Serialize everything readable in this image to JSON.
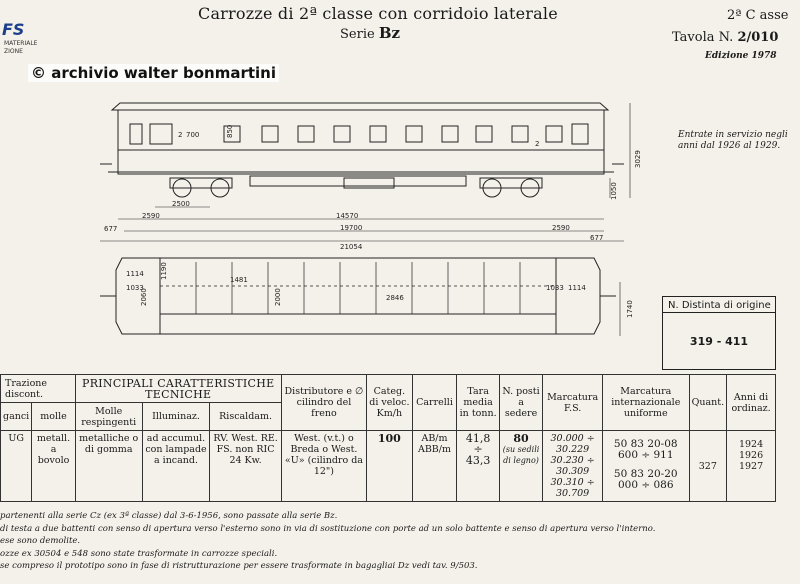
{
  "header": {
    "title": "Carrozze di 2ª classe con corridoio laterale",
    "serie_prefix": "Serie",
    "serie_code": "Bz",
    "classe": "2ª C asse",
    "tavola_prefix": "Tavola N.",
    "tavola_number": "2/010",
    "edizione": "Edizione 1978"
  },
  "logo": {
    "mark": "FS",
    "line1": "MATERIALE",
    "line2": "ZIONE"
  },
  "watermark": "© archivio walter bonmartini",
  "side_view": {
    "label_class": "2",
    "dims": {
      "d700": "700",
      "d850": "850",
      "d2500": "2500",
      "d2590_left": "2590",
      "d14570": "14570",
      "d2590_right": "2590",
      "d19700": "19700",
      "d677_left": "677",
      "d677_right": "677",
      "d21054": "21054",
      "d3029": "3029",
      "d1050": "1050"
    },
    "interior_label_right": "2"
  },
  "plan_view": {
    "dims": {
      "d1114_left": "1114",
      "d1033_left": "1033",
      "d2060": "2060",
      "d1190": "1190",
      "d1481": "1481",
      "d2846": "2846",
      "d2000": "2000",
      "d1033_right": "1033",
      "d1114_right": "1114",
      "d1740": "1740"
    }
  },
  "entrate": "Entrate in servizio negli anni dal 1926 al 1929.",
  "distinta": {
    "header": "N. Distinta di origine",
    "value": "319 - 411"
  },
  "tech": {
    "title": "PRINCIPALI CARATTERISTICHE TECNICHE",
    "headers": {
      "trazione": "Trazione",
      "discont": "discont.",
      "ganci": "ganci",
      "molle": "molle",
      "molle_resp": "Molle respingenti",
      "illuminaz": "Illuminaz.",
      "riscaldam": "Riscaldam.",
      "distributore": "Distributore e ∅ cilindro del freno",
      "categ": "Categ. di veloc. Km/h",
      "carrelli": "Carrelli",
      "tara": "Tara media in tonn.",
      "posti": "N. posti a sedere",
      "marcatura_fs": "Marcatura F.S.",
      "marcatura_int": "Marcatura internazionale uniforme",
      "quant": "Quant.",
      "anni": "Anni di ordinaz."
    },
    "row": {
      "ganci": "UG",
      "molle": "metall. a bovolo",
      "molle_resp": "metalliche o di gomma",
      "illuminaz": "ad accumul. con lampade a incand.",
      "riscaldam": "RV. West. RE. FS. non RIC 24 Kw.",
      "distributore": "West. (v.t.) o Breda o West. «U» (cilindro da 12\")",
      "categ": "100",
      "carrelli": "AB/m ABB/m",
      "tara_1": "41,8",
      "tara_sep": "÷",
      "tara_2": "43,3",
      "posti": "80",
      "posti_note": "(su sedili di legno)",
      "fs_1": "30.000 ÷ 30.229",
      "fs_2": "30.230 ÷ 30.309",
      "fs_3": "30.310 ÷ 30.709",
      "int_1": "50 83 20-08 600 ÷ 911",
      "int_2": "50 83 20-20 000 ÷ 086",
      "quant": "327",
      "anni_1": "1924",
      "anni_2": "1926",
      "anni_3": "1927"
    }
  },
  "notes": [
    "partenenti alla serie Cz (ex 3ª classe) dal 3-6-1956, sono passate alla serie Bz.",
    "di testa a due battenti con senso di apertura verso l'esterno sono in via di sostituzione con porte ad un solo battente e senso di apertura verso l'interno.",
    "ese sono demolite.",
    "ozze ex 30504 e 548 sono state trasformate in carrozze speciali.",
    "se compreso il prototipo sono in fase di ristrutturazione per essere trasformate in bagagliai Dz vedi tav. 9/503."
  ]
}
